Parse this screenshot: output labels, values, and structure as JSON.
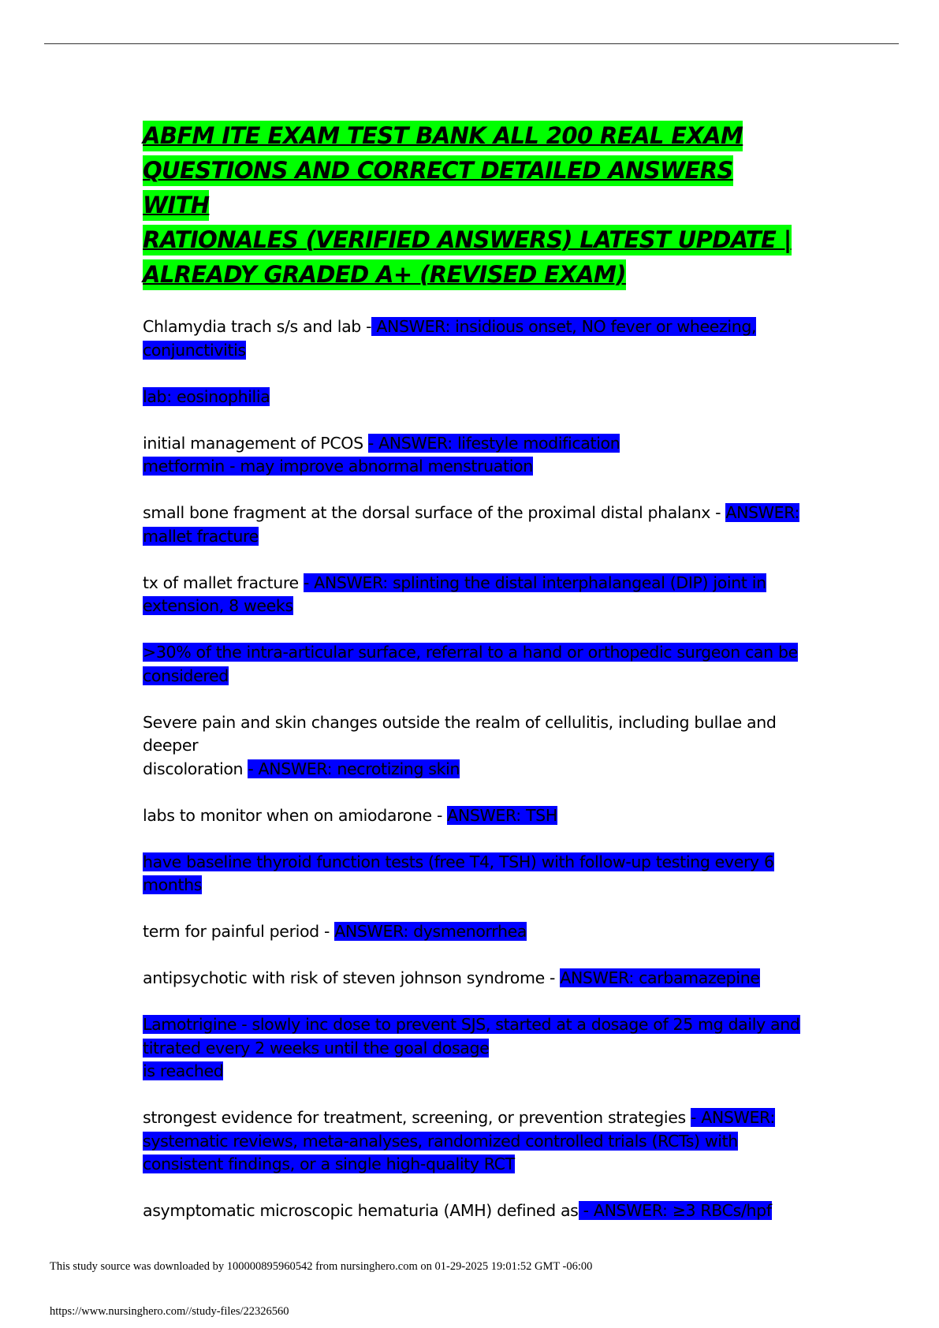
{
  "title_lines": [
    "ABFM ITE EXAM TEST BANK ALL 200 REAL EXAM ",
    "QUESTIONS AND CORRECT DETAILED ANSWERS WITH ",
    "RATIONALES (VERIFIED ANSWERS) LATEST UPDATE | ",
    "ALREADY GRADED A+ (REVISED EXAM)"
  ],
  "colors": {
    "title_highlight": "#00ff00",
    "answer_highlight": "#0000ff"
  },
  "qa": [
    {
      "q": "Chlamydia trach s/s and lab -",
      "a1": " ANSWER: insidious onset, NO fever or wheezing,",
      "a2": "conjunctivitis"
    },
    {
      "a1": "lab: eosinophilia"
    },
    {
      "q": "initial management of PCOS ",
      "a1": "- ANSWER: lifestyle modification",
      "a2": "metformin - may improve abnormal menstruation"
    },
    {
      "q": "small bone fragment at the dorsal surface of the proximal distal phalanx - ",
      "a1": "ANSWER:",
      "a2": "mallet fracture"
    },
    {
      "q": "tx of mallet fracture ",
      "a1": "- ANSWER: splinting the distal interphalangeal (DIP) joint in",
      "a2": "extension, 8 weeks"
    },
    {
      "a1": ">30% of the intra-articular surface, referral to a hand or orthopedic surgeon can be",
      "a2": "considered"
    },
    {
      "q1": "Severe pain and skin changes outside the realm of cellulitis, including bullae and",
      "q2": "deeper",
      "q3": "discoloration ",
      "a1": "- ANSWER: necrotizing skin"
    },
    {
      "q": "labs to monitor when on amiodarone - ",
      "a1": "ANSWER: TSH"
    },
    {
      "a1": "have baseline thyroid function tests (free T4, TSH) with follow-up testing every 6",
      "a2": "months"
    },
    {
      "q": "term for painful period - ",
      "a1": "ANSWER: dysmenorrhea"
    },
    {
      "q": "antipsychotic with risk of steven johnson syndrome - ",
      "a1": "ANSWER: carbamazepine"
    },
    {
      "a1": "Lamotrigine - slowly inc dose to prevent SJS, started at a dosage of 25 mg daily and",
      "a2": "titrated every 2 weeks until the goal dosage",
      "a3": "is reached"
    },
    {
      "q": "strongest evidence for treatment, screening, or prevention strategies ",
      "a1": "- ANSWER:",
      "a2": "systematic reviews, meta-analyses, randomized controlled trials (RCTs) with",
      "a3": "consistent findings, or a single high-quality RCT"
    },
    {
      "q": "asymptomatic microscopic hematuria (AMH) defined as",
      "a1": " - ANSWER: ≥3 RBCs/hpf"
    }
  ],
  "footer": {
    "note": "This study source was downloaded by 100000895960542 from nursinghero.com on 01-29-2025 19:01:52 GMT -06:00",
    "url": "https://www.nursinghero.com//study-files/22326560"
  }
}
